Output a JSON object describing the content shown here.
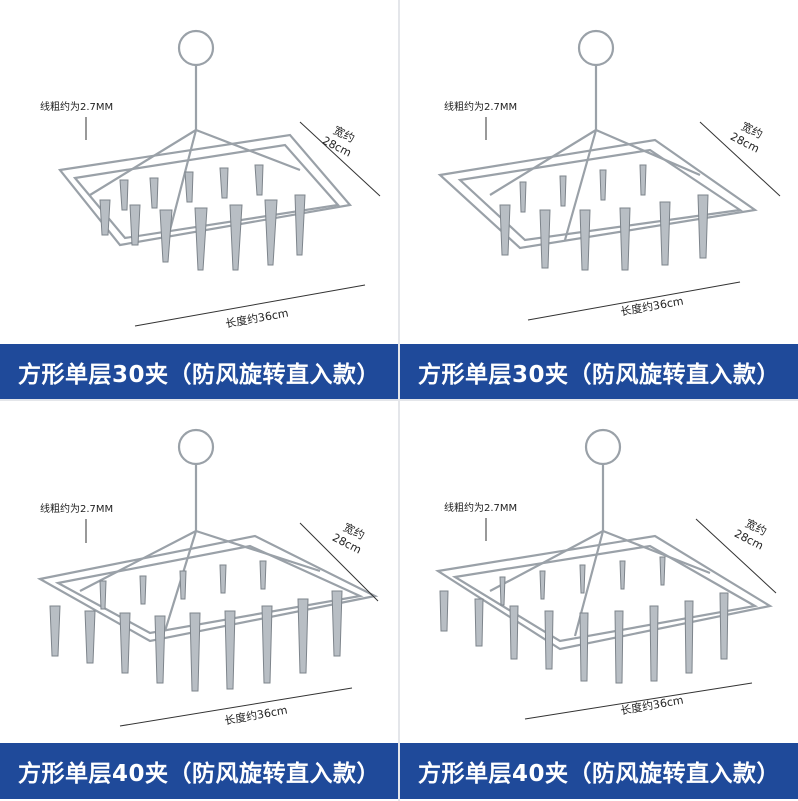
{
  "panels": [
    {
      "title": "方形单层30夹（防风旋转直入款）",
      "wire_note": "线粗约为2.7MM",
      "width_label": "宽约",
      "width_value": "28cm",
      "length_label": "长度约36cm"
    },
    {
      "title": "方形单层30夹（防风旋转直入款）",
      "wire_note": "线粗约为2.7MM",
      "width_label": "宽约",
      "width_value": "28cm",
      "length_label": "长度约36cm"
    },
    {
      "title": "方形单层40夹（防风旋转直入款）",
      "wire_note": "线粗约为2.7MM",
      "width_label": "宽约",
      "width_value": "28cm",
      "length_label": "长度约36cm"
    },
    {
      "title": "方形单层40夹（防风旋转直入款）",
      "wire_note": "线粗约为2.7MM",
      "width_label": "宽约",
      "width_value": "28cm",
      "length_label": "长度约36cm"
    }
  ],
  "colors": {
    "banner": "#1f4a9a",
    "banner_text": "#ffffff",
    "steel": "#9aa1a8"
  }
}
